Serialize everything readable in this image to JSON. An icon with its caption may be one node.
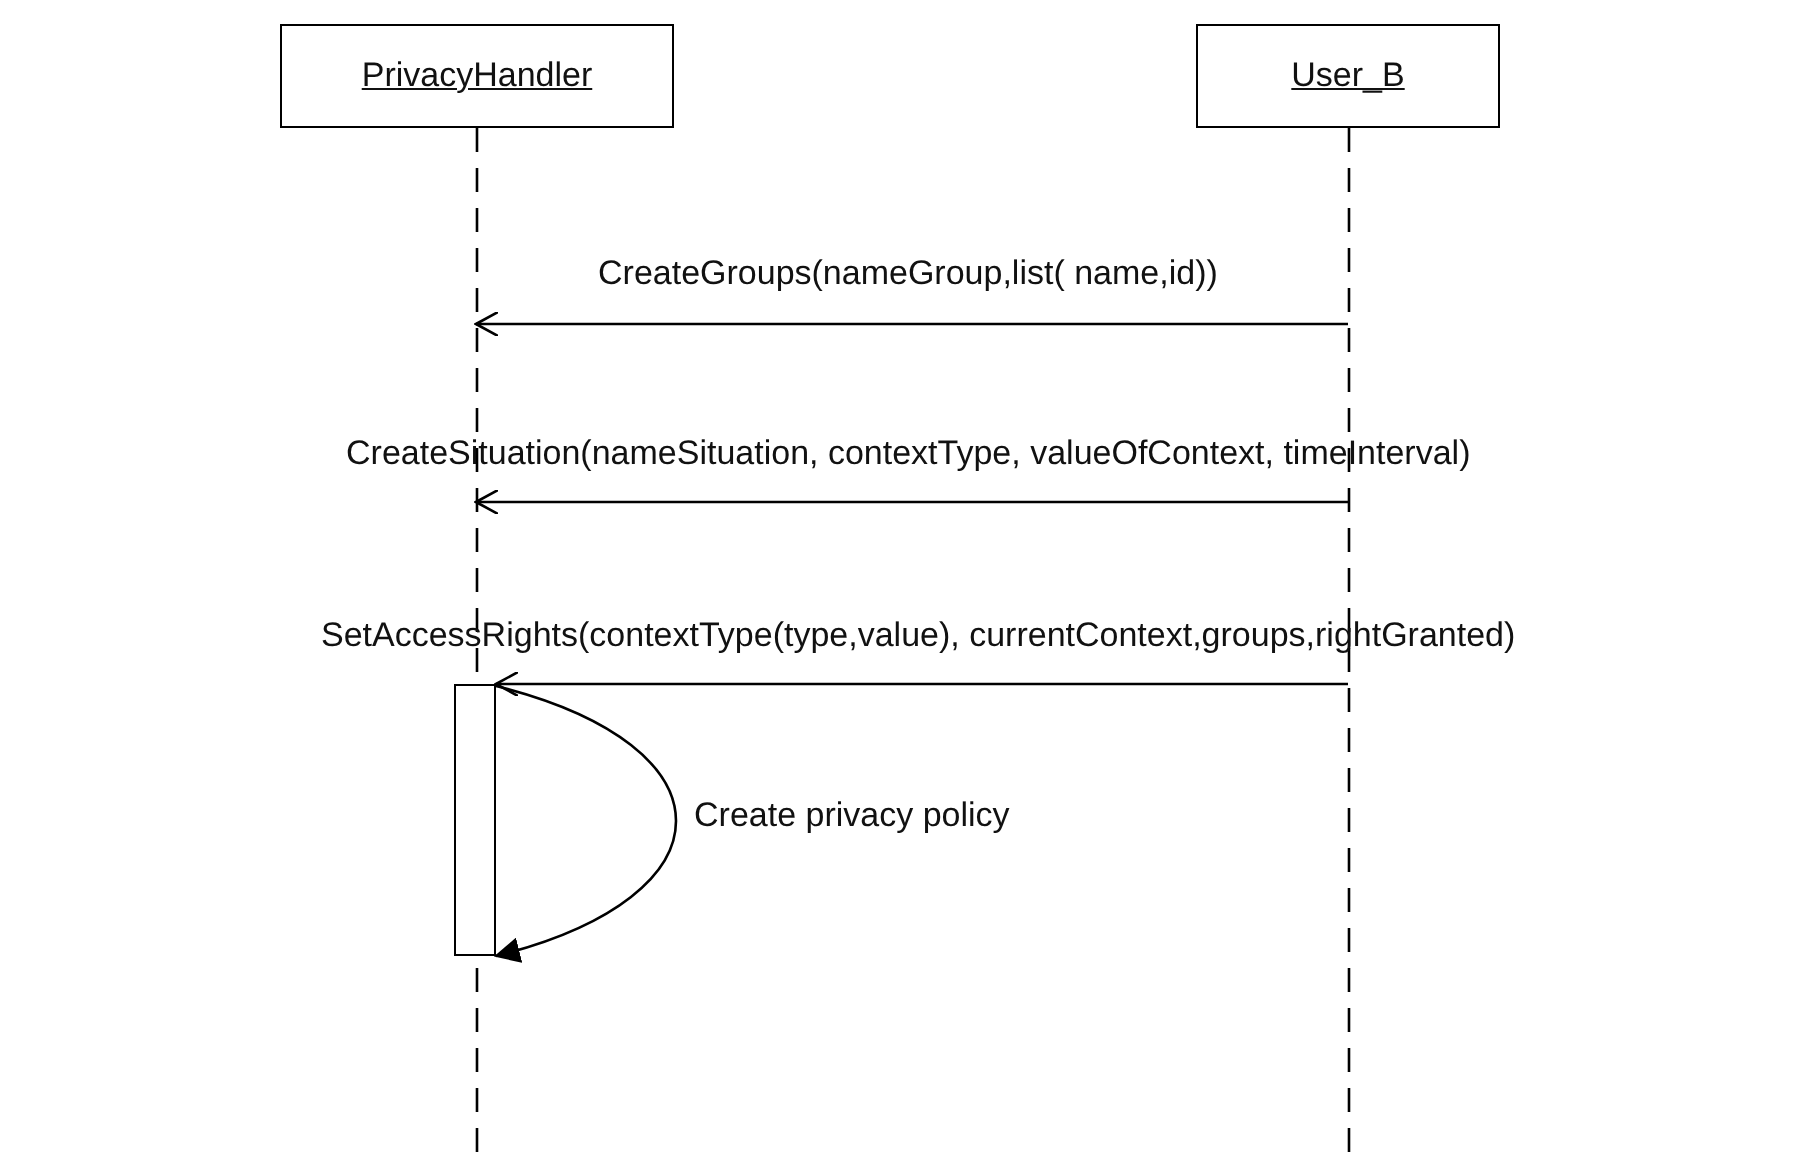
{
  "diagram": {
    "nodes": [
      {
        "text": [
          "PrivacyHandler"
        ]
      },
      {
        "text": [
          "User_B"
        ]
      },
      {
        "text": [],
        "shape": "bar"
      }
    ],
    "edges": [
      {
        "from": 1,
        "to": 0,
        "arrow": "to",
        "label": "CreateGroups(nameGroup,list( name,id))"
      },
      {
        "from": 1,
        "to": 0,
        "arrow": "to",
        "label": "CreateSituation(nameSituation, contextType, valueOfContext, timeInterval)"
      },
      {
        "from": 1,
        "to": 2,
        "arrow": "to",
        "label": "SetAccessRights(contextType(type,value), currentContext,groups,rightGranted)"
      },
      {
        "from": 2,
        "to": 2,
        "arrow": "to",
        "label": "Create privacy policy"
      }
    ]
  }
}
